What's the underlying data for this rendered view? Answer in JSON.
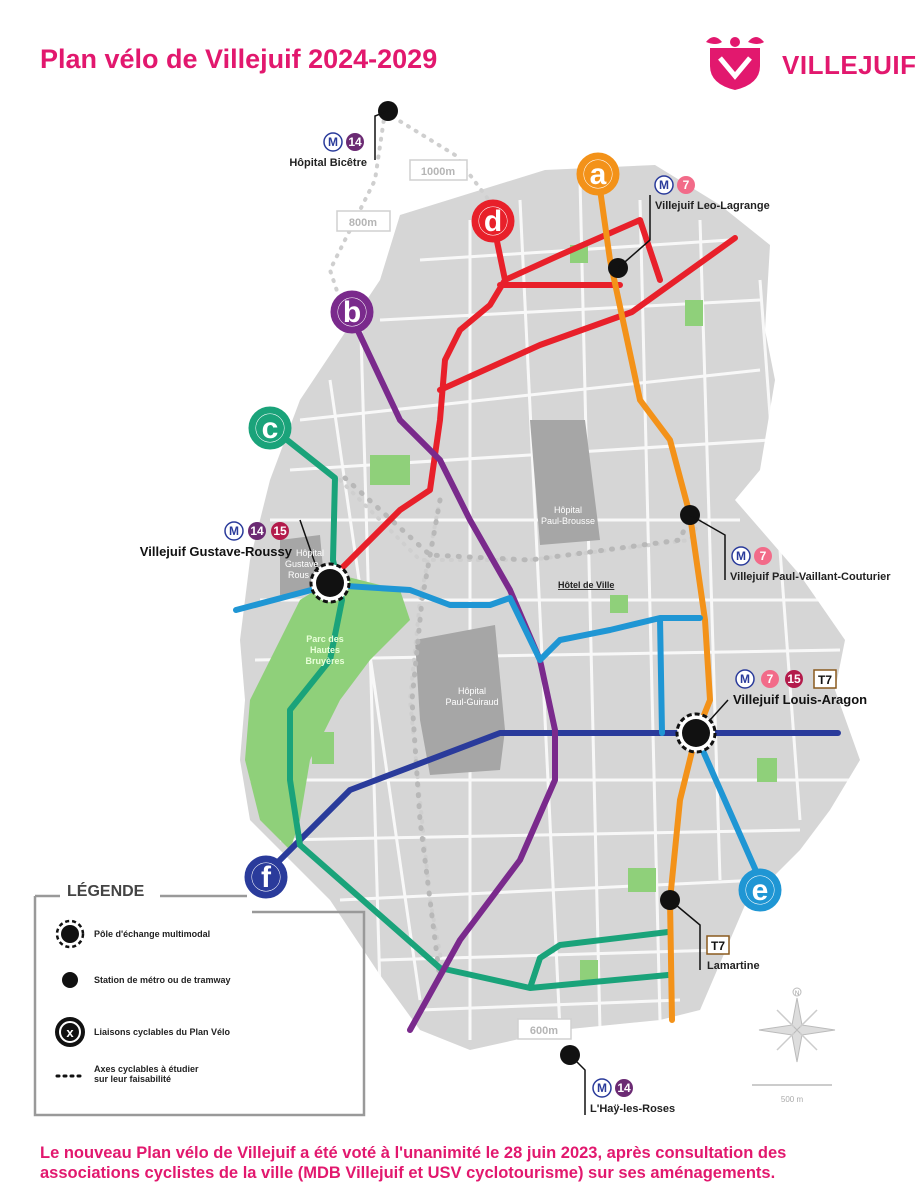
{
  "title": "Plan vélo de Villejuif 2024-2029",
  "logo_text": "VILLEJUIF",
  "colors": {
    "brand": "#e2186e",
    "line_a": "#f39219",
    "line_b": "#7a2a8c",
    "line_c": "#1aa37a",
    "line_d": "#e8202a",
    "line_e": "#1f96d4",
    "line_f": "#2a3b9b",
    "metro_7": "#f26b89",
    "metro_14": "#6b2a73",
    "metro_15": "#b31b4b",
    "tram_7": "#8a5a1e"
  },
  "lines": {
    "a": "a",
    "b": "b",
    "c": "c",
    "d": "d",
    "e": "e",
    "f": "f"
  },
  "badges": {
    "metro": "M",
    "m7": "7",
    "m14": "14",
    "m15": "15",
    "t7": "T7"
  },
  "stations": {
    "bicetre": "Hôpital Bicêtre",
    "leo_lagrange": "Villejuif Leo-Lagrange",
    "gustave_roussy": "Villejuif Gustave-Roussy",
    "paul_vaillant": "Villejuif Paul-Vaillant-Couturier",
    "louis_aragon": "Villejuif Louis-Aragon",
    "lamartine": "Lamartine",
    "hay_les_roses": "L'Haÿ-les-Roses"
  },
  "places": {
    "paul_brousse_1": "Hôpital",
    "paul_brousse_2": "Paul-Brousse",
    "hotel_de_ville": "Hôtel de Ville",
    "paul_guiraud_1": "Hôpital",
    "paul_guiraud_2": "Paul-Guiraud",
    "parc_1": "Parc des",
    "parc_2": "Hautes",
    "parc_3": "Bruyères",
    "gr_1": "Hôpital",
    "gr_2": "Gustave",
    "gr_3": "Rous"
  },
  "distances": {
    "d1000": "1000m",
    "d800": "800m",
    "d600": "600m"
  },
  "legend": {
    "title": "LÉGENDE",
    "items": [
      "Pôle d'échange multimodal",
      "Station de métro ou de tramway",
      "Liaisons cyclables du Plan Vélo",
      "Axes cyclables à étudier",
      "sur leur faisabilité"
    ],
    "x_symbol": "x"
  },
  "compass": {
    "north": "N",
    "scale": "500 m"
  },
  "caption_line1": "Le nouveau Plan vélo de Villejuif a été voté à l'unanimité le 28 juin 2023, après consultation des",
  "caption_line2": "associations cyclistes de la ville (MDB Villejuif et USV cyclotourisme) sur ses aménagements."
}
